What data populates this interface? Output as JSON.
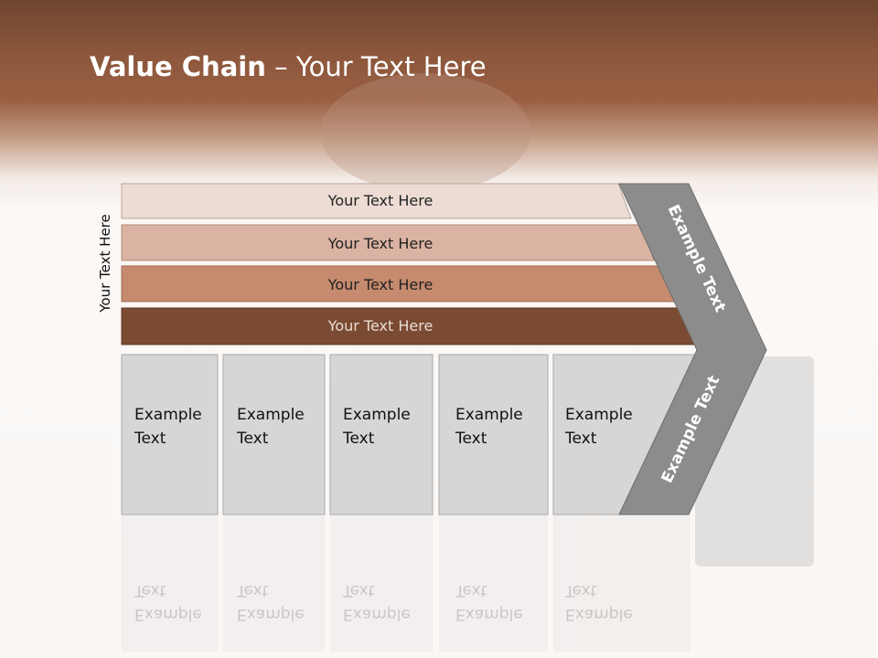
{
  "slide": {
    "title_bold": "Value Chain",
    "title_rest": " – Your Text Here",
    "side_label": "Your Text Here"
  },
  "bars": [
    {
      "label": "Your Text Here",
      "color": "#ecdcd3"
    },
    {
      "label": "Your Text Here",
      "color": "#dbb3a2"
    },
    {
      "label": "Your Text Here",
      "color": "#c68a6e"
    },
    {
      "label": "Your Text Here",
      "color": "#7a4a32"
    }
  ],
  "boxes": [
    {
      "line1": "Example",
      "line2": "Text"
    },
    {
      "line1": "Example",
      "line2": "Text"
    },
    {
      "line1": "Example",
      "line2": "Text"
    },
    {
      "line1": "Example",
      "line2": "Text"
    },
    {
      "line1": "Example",
      "line2": "Text"
    }
  ],
  "chevron": {
    "upper_label": "Example Text",
    "lower_label": "Example Text",
    "color": "#8c8c8c"
  },
  "colors": {
    "header": "#8c573c",
    "box_fill": "#d6d6d6"
  }
}
